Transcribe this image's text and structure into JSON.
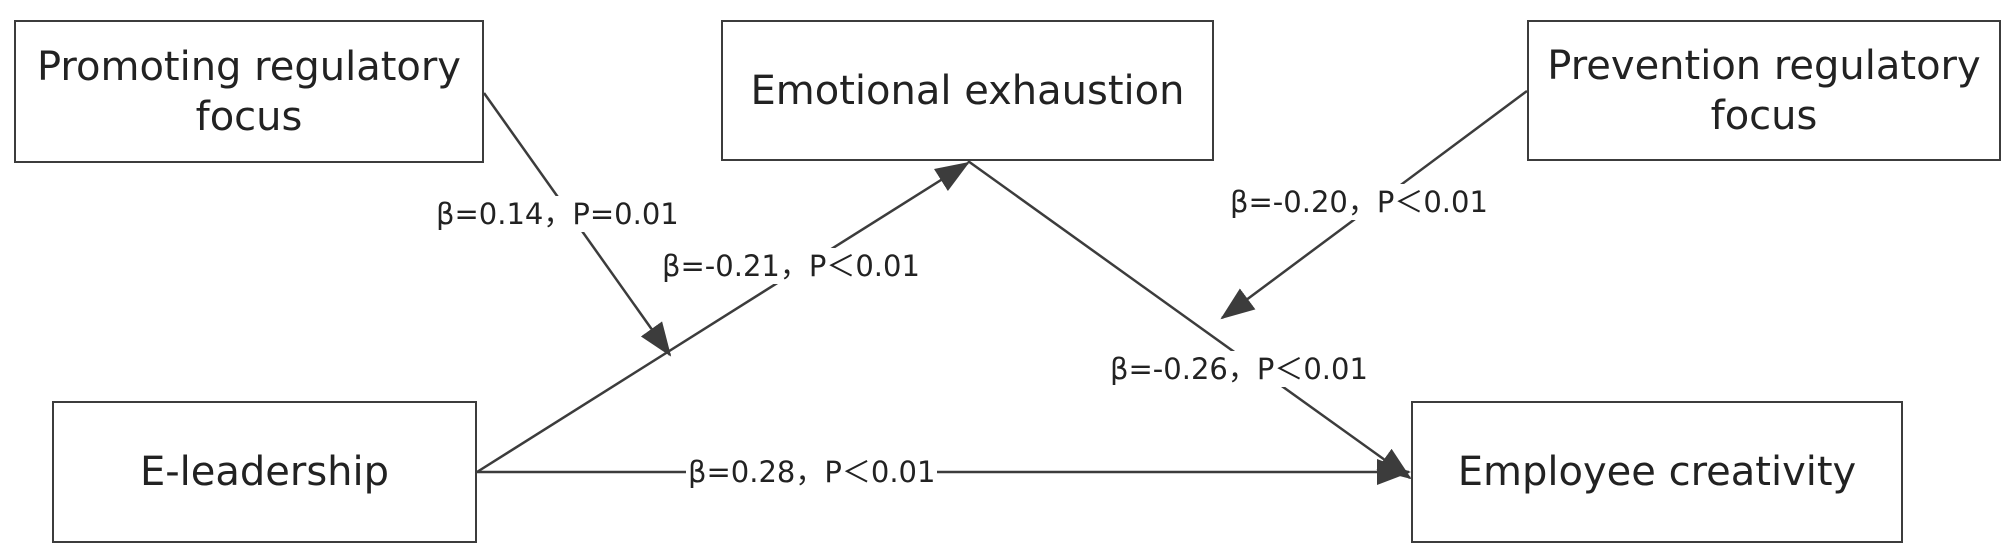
{
  "nodes": {
    "promoting_focus": "Promoting regulatory focus",
    "emotional_exhaustion": "Emotional exhaustion",
    "prevention_focus": "Prevention regulatory focus",
    "e_leadership": "E-leadership",
    "employee_creativity": "Employee creativity"
  },
  "paths": {
    "promoting_moderation": "β=0.14，P=0.01",
    "eleadership_to_exhaustion": "β=-0.21，P＜0.01",
    "prevention_moderation": "β=-0.20，P＜0.01",
    "exhaustion_to_creativity": "β=-0.26，P＜0.01",
    "eleadership_to_creativity": "β=0.28，P＜0.01"
  },
  "colors": {
    "line": "#3c3c3c",
    "text": "#222222"
  }
}
